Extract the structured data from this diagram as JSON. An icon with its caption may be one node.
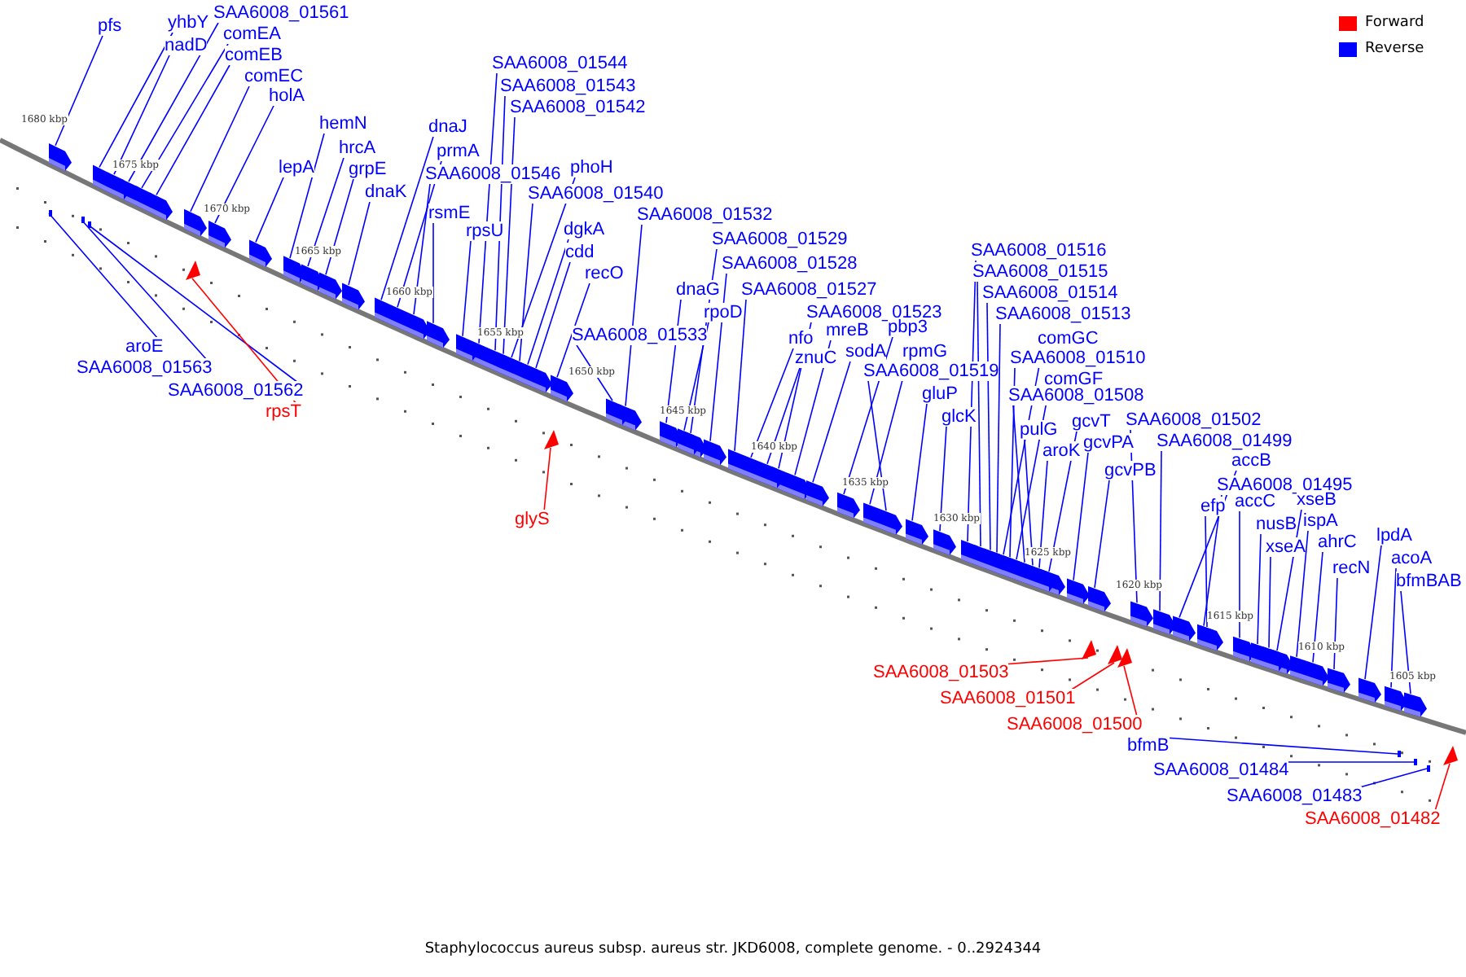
{
  "diagram": {
    "caption": "Staphylococcus aureus subsp. aureus str. JKD6008, complete genome. - 0..2924344",
    "nodes": [
      {
        "text": [
          "SAA6008_01561"
        ]
      },
      {
        "text": [
          "yhbY"
        ]
      },
      {
        "text": [
          "pfs"
        ]
      },
      {
        "text": [
          "comEA"
        ]
      },
      {
        "text": [
          "nadD"
        ]
      },
      {
        "text": [
          "comEB"
        ]
      },
      {
        "text": [
          "comEC"
        ]
      },
      {
        "text": [
          "holA"
        ]
      },
      {
        "text": [
          "hemN"
        ]
      },
      {
        "text": [
          "hrcA"
        ]
      },
      {
        "text": [
          "lepA"
        ]
      },
      {
        "text": [
          "grpE"
        ]
      },
      {
        "text": [
          "dnaK"
        ]
      },
      {
        "text": [
          "SAA6008_01544"
        ]
      },
      {
        "text": [
          "SAA6008_01543"
        ]
      },
      {
        "text": [
          "SAA6008_01542"
        ]
      },
      {
        "text": [
          "dnaJ"
        ]
      },
      {
        "text": [
          "prmA"
        ]
      },
      {
        "text": [
          "phoH"
        ]
      },
      {
        "text": [
          "SAA6008_01546"
        ]
      },
      {
        "text": [
          "SAA6008_01540"
        ]
      },
      {
        "text": [
          "rsmE"
        ]
      },
      {
        "text": [
          "SAA6008_01532"
        ]
      },
      {
        "text": [
          "rpsU"
        ]
      },
      {
        "text": [
          "dgkA"
        ]
      },
      {
        "text": [
          "SAA6008_01529"
        ]
      },
      {
        "text": [
          "cdd"
        ]
      },
      {
        "text": [
          "SAA6008_01516"
        ]
      },
      {
        "text": [
          "SAA6008_01528"
        ]
      },
      {
        "text": [
          "recO"
        ]
      },
      {
        "text": [
          "SAA6008_01515"
        ]
      },
      {
        "text": [
          "SAA6008_01527"
        ]
      },
      {
        "text": [
          "dnaG"
        ]
      },
      {
        "text": [
          "SAA6008_01514"
        ]
      },
      {
        "text": [
          "SAA6008_01523"
        ]
      },
      {
        "text": [
          "rpoD"
        ]
      },
      {
        "text": [
          "SAA6008_01513"
        ]
      },
      {
        "text": [
          "pbp3"
        ]
      },
      {
        "text": [
          "mreB"
        ]
      },
      {
        "text": [
          "nfo"
        ]
      },
      {
        "text": [
          "SAA6008_01533"
        ]
      },
      {
        "text": [
          "comGC"
        ]
      },
      {
        "text": [
          "aroE"
        ]
      },
      {
        "text": [
          "rpmG"
        ]
      },
      {
        "text": [
          "sodA"
        ]
      },
      {
        "text": [
          "znuC"
        ]
      },
      {
        "text": [
          "SAA6008_01510"
        ]
      },
      {
        "text": [
          "SAA6008_01563"
        ]
      },
      {
        "text": [
          "SAA6008_01519"
        ]
      },
      {
        "text": [
          "comGF"
        ]
      },
      {
        "text": [
          "SAA6008_01562"
        ]
      },
      {
        "text": [
          "gluP"
        ]
      },
      {
        "text": [
          "SAA6008_01508"
        ]
      },
      {
        "text": [
          "rpsT"
        ]
      },
      {
        "text": [
          "glcK"
        ]
      },
      {
        "text": [
          "SAA6008_01502"
        ]
      },
      {
        "text": [
          "gcvT"
        ]
      },
      {
        "text": [
          "pulG"
        ]
      },
      {
        "text": [
          "SAA6008_01499"
        ]
      },
      {
        "text": [
          "gcvPA"
        ]
      },
      {
        "text": [
          "aroK"
        ]
      },
      {
        "text": [
          "accB"
        ]
      },
      {
        "text": [
          "gcvPB"
        ]
      },
      {
        "text": [
          "SAA6008_01495"
        ]
      },
      {
        "text": [
          "xseB"
        ]
      },
      {
        "text": [
          "accC"
        ]
      },
      {
        "text": [
          "efp"
        ]
      },
      {
        "text": [
          "ispA"
        ]
      },
      {
        "text": [
          "nusB"
        ]
      },
      {
        "text": [
          "lpdA"
        ]
      },
      {
        "text": [
          "ahrC"
        ]
      },
      {
        "text": [
          "xseA"
        ]
      },
      {
        "text": [
          "acoA"
        ]
      },
      {
        "text": [
          "recN"
        ]
      },
      {
        "text": [
          "bfmBAB"
        ]
      },
      {
        "text": [
          "glyS"
        ]
      },
      {
        "text": [
          "SAA6008_01503"
        ]
      },
      {
        "text": [
          "SAA6008_01501"
        ]
      },
      {
        "text": [
          "SAA6008_01500"
        ]
      },
      {
        "text": [
          "bfmB"
        ]
      },
      {
        "text": [
          "SAA6008_01484"
        ]
      },
      {
        "text": [
          "SAA6008_01483"
        ]
      },
      {
        "text": [
          "SAA6008_01482"
        ]
      },
      {
        "text": [],
        "shape": "arrow"
      },
      {
        "text": [],
        "shape": "arrow"
      },
      {
        "text": [],
        "shape": "arrow"
      },
      {
        "text": [],
        "shape": "arrow"
      },
      {
        "text": [],
        "shape": "arrow"
      },
      {
        "text": [],
        "shape": "arrow"
      },
      {
        "text": [],
        "shape": "arrow"
      },
      {
        "text": [],
        "shape": "arrow"
      },
      {
        "text": [],
        "shape": "arrow"
      },
      {
        "text": [],
        "shape": "arrow"
      },
      {
        "text": [],
        "shape": "arrow"
      },
      {
        "text": [],
        "shape": "arrow"
      },
      {
        "text": [],
        "shape": "arrow"
      },
      {
        "text": [],
        "shape": "arrow"
      },
      {
        "text": [],
        "shape": "arrow"
      },
      {
        "text": [],
        "shape": "arrow"
      },
      {
        "text": [],
        "shape": "arrow"
      },
      {
        "text": [],
        "shape": "arrow"
      },
      {
        "text": [],
        "shape": "arrow"
      },
      {
        "text": [],
        "shape": "arrow"
      },
      {
        "text": [],
        "shape": "arrow"
      },
      {
        "text": [],
        "shape": "arrow"
      },
      {
        "text": [],
        "shape": "arrow"
      },
      {
        "text": [],
        "shape": "arrow"
      },
      {
        "text": [],
        "shape": "arrow"
      },
      {
        "text": [],
        "shape": "arrow"
      },
      {
        "text": [],
        "shape": "arrow"
      },
      {
        "text": [],
        "shape": "arrow"
      },
      {
        "text": [],
        "shape": "arrow"
      },
      {
        "text": [],
        "shape": "arrow"
      },
      {
        "text": [],
        "shape": "arrow"
      },
      {
        "text": [],
        "shape": "arrow"
      },
      {
        "text": [],
        "shape": "arrow"
      },
      {
        "text": [],
        "shape": "arrow"
      },
      {
        "text": [],
        "shape": "arrow"
      },
      {
        "text": [],
        "shape": "arrow"
      },
      {
        "text": [],
        "shape": "arrow"
      },
      {
        "text": [],
        "shape": "arrow"
      },
      {
        "text": [],
        "shape": "arrow"
      },
      {
        "text": [],
        "shape": "arrow"
      },
      {
        "text": [],
        "shape": "arrow"
      },
      {
        "text": [],
        "shape": "arrow"
      },
      {
        "text": [],
        "shape": "bar"
      },
      {
        "text": [],
        "shape": "arrow"
      },
      {
        "text": [],
        "shape": "arrow"
      },
      {
        "text": [],
        "shape": "arrow"
      },
      {
        "text": [],
        "shape": "arrow"
      },
      {
        "text": [],
        "shape": "bar"
      },
      {
        "text": [],
        "shape": "arrow"
      },
      {
        "text": [],
        "shape": "arrow"
      },
      {
        "text": [],
        "shape": "bar"
      },
      {
        "text": [],
        "shape": "arrow"
      },
      {
        "text": [],
        "shape": "arrow"
      },
      {
        "text": [],
        "shape": "arrow"
      },
      {
        "text": [],
        "shape": "arrow"
      },
      {
        "text": [],
        "shape": "arrow"
      },
      {
        "text": [],
        "shape": "arrow"
      },
      {
        "text": [],
        "shape": "arrow"
      },
      {
        "text": [],
        "shape": "arrow"
      },
      {
        "text": [],
        "shape": "arrow"
      },
      {
        "text": [],
        "shape": "arrow"
      },
      {
        "text": [],
        "shape": "arrow"
      },
      {
        "text": [],
        "shape": "arrow"
      },
      {
        "text": [],
        "shape": "arrow"
      },
      {
        "text": [],
        "shape": "arrow"
      },
      {
        "text": [],
        "shape": "arrow"
      },
      {
        "text": [],
        "shape": "arrow"
      },
      {
        "text": [],
        "shape": "arrow"
      },
      {
        "text": [],
        "shape": "arrow"
      },
      {
        "text": [],
        "shape": "arrow"
      },
      {
        "text": [],
        "shape": "arrow"
      },
      {
        "text": [],
        "shape": "arrow"
      },
      {
        "text": [],
        "shape": "arrow"
      },
      {
        "text": [],
        "shape": "arrow"
      },
      {
        "text": [],
        "shape": "arrow"
      },
      {
        "text": [],
        "shape": "arrow"
      },
      {
        "text": [],
        "shape": "arrow"
      },
      {
        "text": [],
        "shape": "arrow"
      },
      {
        "text": [],
        "shape": "arrow"
      },
      {
        "text": [],
        "shape": "bar"
      },
      {
        "text": [],
        "shape": "bar"
      },
      {
        "text": [],
        "shape": "bar"
      },
      {
        "text": [],
        "shape": "arrow"
      }
    ],
    "edges": [
      {
        "from": 0,
        "to": 83,
        "arrow": "none"
      },
      {
        "from": 1,
        "to": 84,
        "arrow": "none"
      },
      {
        "from": 2,
        "to": 85,
        "arrow": "none"
      },
      {
        "from": 3,
        "to": 86,
        "arrow": "none"
      },
      {
        "from": 4,
        "to": 87,
        "arrow": "none"
      },
      {
        "from": 5,
        "to": 88,
        "arrow": "none"
      },
      {
        "from": 6,
        "to": 89,
        "arrow": "none"
      },
      {
        "from": 7,
        "to": 90,
        "arrow": "none"
      },
      {
        "from": 8,
        "to": 91,
        "arrow": "none"
      },
      {
        "from": 9,
        "to": 92,
        "arrow": "none"
      },
      {
        "from": 10,
        "to": 93,
        "arrow": "none"
      },
      {
        "from": 11,
        "to": 94,
        "arrow": "none"
      },
      {
        "from": 12,
        "to": 95,
        "arrow": "none"
      },
      {
        "from": 13,
        "to": 96,
        "arrow": "none"
      },
      {
        "from": 14,
        "to": 97,
        "arrow": "none"
      },
      {
        "from": 15,
        "to": 98,
        "arrow": "none"
      },
      {
        "from": 16,
        "to": 99,
        "arrow": "none"
      },
      {
        "from": 17,
        "to": 100,
        "arrow": "none"
      },
      {
        "from": 18,
        "to": 101,
        "arrow": "none"
      },
      {
        "from": 19,
        "to": 102,
        "arrow": "none"
      },
      {
        "from": 20,
        "to": 103,
        "arrow": "none"
      },
      {
        "from": 21,
        "to": 104,
        "arrow": "none"
      },
      {
        "from": 22,
        "to": 105,
        "arrow": "none"
      },
      {
        "from": 23,
        "to": 106,
        "arrow": "none"
      },
      {
        "from": 24,
        "to": 107,
        "arrow": "none"
      },
      {
        "from": 25,
        "to": 108,
        "arrow": "none"
      },
      {
        "from": 26,
        "to": 109,
        "arrow": "none"
      },
      {
        "from": 27,
        "to": 110,
        "arrow": "none"
      },
      {
        "from": 28,
        "to": 111,
        "arrow": "none"
      },
      {
        "from": 29,
        "to": 112,
        "arrow": "none"
      },
      {
        "from": 30,
        "to": 113,
        "arrow": "none"
      },
      {
        "from": 31,
        "to": 114,
        "arrow": "none"
      },
      {
        "from": 32,
        "to": 115,
        "arrow": "none"
      },
      {
        "from": 33,
        "to": 116,
        "arrow": "none"
      },
      {
        "from": 34,
        "to": 117,
        "arrow": "none"
      },
      {
        "from": 35,
        "to": 118,
        "arrow": "none"
      },
      {
        "from": 36,
        "to": 119,
        "arrow": "none"
      },
      {
        "from": 37,
        "to": 120,
        "arrow": "none"
      },
      {
        "from": 38,
        "to": 121,
        "arrow": "none"
      },
      {
        "from": 39,
        "to": 122,
        "arrow": "none"
      },
      {
        "from": 40,
        "to": 123,
        "arrow": "none"
      },
      {
        "from": 41,
        "to": 124,
        "arrow": "none"
      },
      {
        "from": 42,
        "to": 125,
        "arrow": "none"
      },
      {
        "from": 43,
        "to": 126,
        "arrow": "none"
      },
      {
        "from": 44,
        "to": 127,
        "arrow": "none"
      },
      {
        "from": 45,
        "to": 128,
        "arrow": "none"
      },
      {
        "from": 46,
        "to": 129,
        "arrow": "none"
      },
      {
        "from": 47,
        "to": 130,
        "arrow": "none"
      },
      {
        "from": 48,
        "to": 131,
        "arrow": "none"
      },
      {
        "from": 49,
        "to": 132,
        "arrow": "none"
      },
      {
        "from": 50,
        "to": 133,
        "arrow": "none"
      },
      {
        "from": 51,
        "to": 134,
        "arrow": "none"
      },
      {
        "from": 52,
        "to": 135,
        "arrow": "none"
      },
      {
        "from": 53,
        "to": 136,
        "arrow": "none",
        "color": "#ff0000"
      },
      {
        "from": 54,
        "to": 137,
        "arrow": "none"
      },
      {
        "from": 55,
        "to": 138,
        "arrow": "none"
      },
      {
        "from": 56,
        "to": 139,
        "arrow": "none"
      },
      {
        "from": 57,
        "to": 140,
        "arrow": "none"
      },
      {
        "from": 58,
        "to": 141,
        "arrow": "none"
      },
      {
        "from": 59,
        "to": 142,
        "arrow": "none"
      },
      {
        "from": 60,
        "to": 143,
        "arrow": "none"
      },
      {
        "from": 61,
        "to": 144,
        "arrow": "none"
      },
      {
        "from": 62,
        "to": 145,
        "arrow": "none"
      },
      {
        "from": 63,
        "to": 146,
        "arrow": "none"
      },
      {
        "from": 64,
        "to": 147,
        "arrow": "none"
      },
      {
        "from": 65,
        "to": 148,
        "arrow": "none"
      },
      {
        "from": 66,
        "to": 149,
        "arrow": "none"
      },
      {
        "from": 67,
        "to": 150,
        "arrow": "none"
      },
      {
        "from": 68,
        "to": 151,
        "arrow": "none"
      },
      {
        "from": 69,
        "to": 152,
        "arrow": "none"
      },
      {
        "from": 70,
        "to": 153,
        "arrow": "none"
      },
      {
        "from": 71,
        "to": 154,
        "arrow": "none"
      },
      {
        "from": 72,
        "to": 155,
        "arrow": "none"
      },
      {
        "from": 73,
        "to": 156,
        "arrow": "none"
      },
      {
        "from": 74,
        "to": 157,
        "arrow": "none"
      },
      {
        "from": 75,
        "to": 158,
        "arrow": "none",
        "color": "#ff0000"
      },
      {
        "from": 76,
        "to": 159,
        "arrow": "none",
        "color": "#ff0000"
      },
      {
        "from": 77,
        "to": 160,
        "arrow": "none",
        "color": "#ff0000"
      },
      {
        "from": 78,
        "to": 161,
        "arrow": "none",
        "color": "#ff0000"
      },
      {
        "from": 79,
        "to": 162,
        "arrow": "none"
      },
      {
        "from": 80,
        "to": 163,
        "arrow": "none"
      },
      {
        "from": 81,
        "to": 164,
        "arrow": "none"
      },
      {
        "from": 82,
        "to": 165,
        "arrow": "none",
        "color": "#ff0000"
      }
    ],
    "labels": [
      "1680 kbp",
      "1675 kbp",
      "1670 kbp",
      "1665 kbp",
      "1660 kbp",
      "1655 kbp",
      "1650 kbp",
      "1645 kbp",
      "1640 kbp",
      "1635 kbp",
      "1630 kbp",
      "1625 kbp",
      "1620 kbp",
      "1615 kbp",
      "1610 kbp",
      "1605 kbp"
    ],
    "legend": [
      {
        "text": "Forward",
        "color": "#ff0000"
      },
      {
        "text": "Reverse",
        "color": "#0000ff"
      }
    ]
  }
}
